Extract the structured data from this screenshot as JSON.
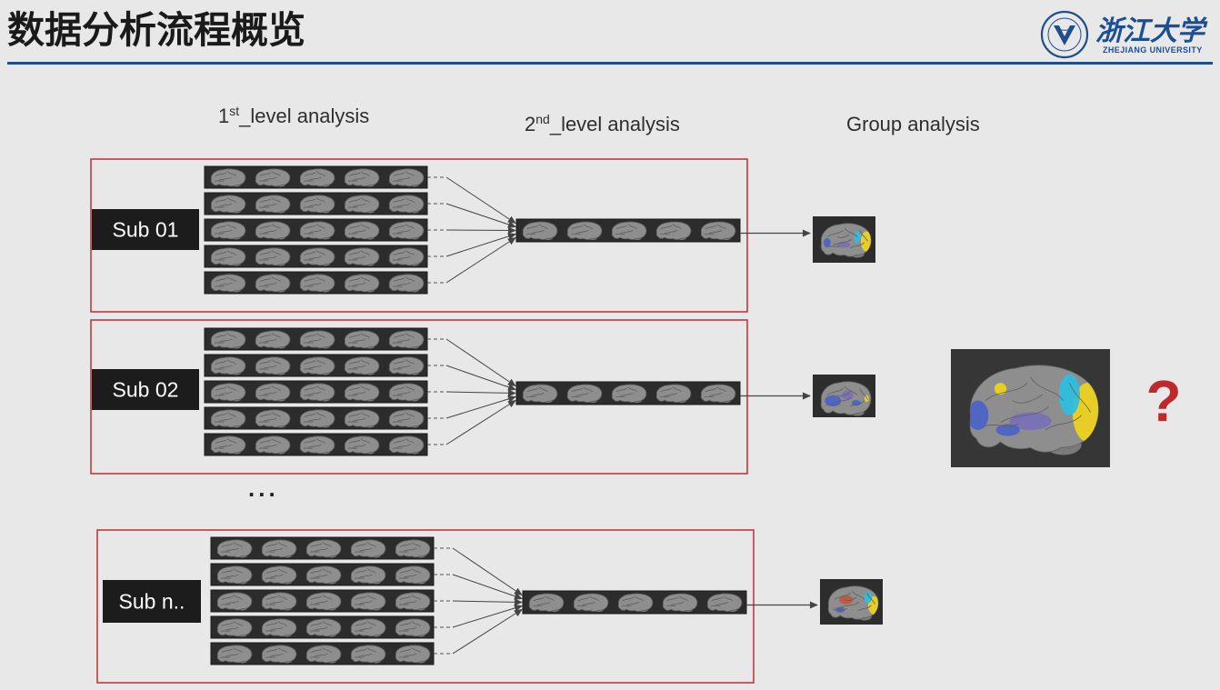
{
  "slide": {
    "title": "数据分析流程概览"
  },
  "logo": {
    "name_cn": "浙江大学",
    "name_en": "ZHEJIANG UNIVERSITY"
  },
  "columns": {
    "first_level": {
      "number": "1",
      "sup": "st",
      "rest": "_level analysis"
    },
    "second_level": {
      "number": "2",
      "sup": "nd",
      "rest": "_level analysis"
    },
    "group": {
      "label": "Group analysis"
    }
  },
  "subjects": [
    {
      "label": "Sub 01"
    },
    {
      "label": "Sub 02"
    },
    {
      "label": "Sub n.."
    }
  ],
  "ellipsis": "...",
  "group_result": {
    "mark": "?"
  },
  "colors": {
    "accent_blue": "#1f4e8c",
    "box_border": "#c0393b",
    "question_mark": "#c0282d",
    "activation_yellow": "#f0d21c",
    "activation_cyan": "#2bbfe0",
    "activation_blue": "#4a63c8",
    "activation_purple": "#7a6fb8",
    "activation_red": "#c8553a"
  }
}
